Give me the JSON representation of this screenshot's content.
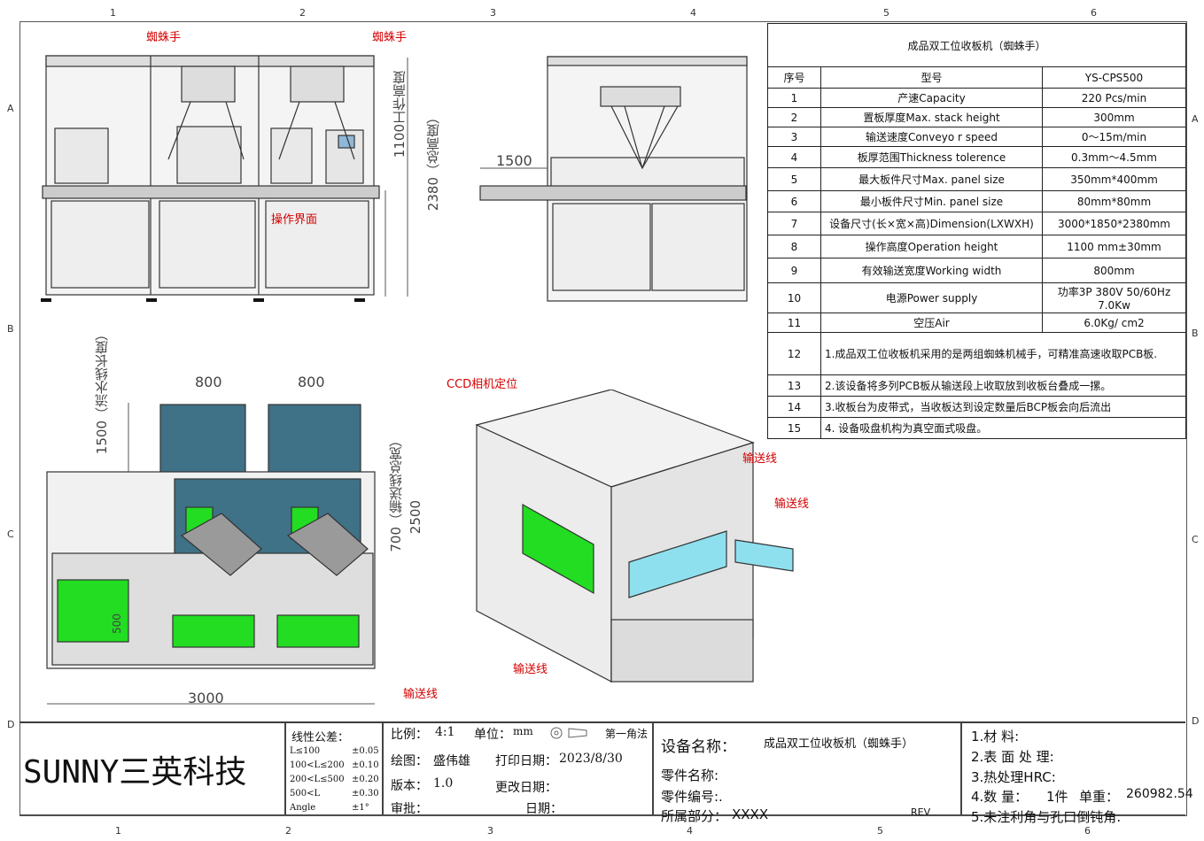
{
  "zones": {
    "top_cols": [
      "1",
      "2",
      "3",
      "4",
      "5",
      "6"
    ],
    "bottom_cols": [
      "1",
      "2",
      "3",
      "4",
      "5",
      "6"
    ],
    "left_rows": [
      "A",
      "B",
      "C",
      "D"
    ],
    "right_rows": [
      "A",
      "B",
      "C",
      "D"
    ]
  },
  "labels": {
    "spider_hand_1": "蜘蛛手",
    "spider_hand_2": "蜘蛛手",
    "operation_ui": "操作界面",
    "ccd": "CCD相机定位",
    "conveyor_1": "输送线",
    "conveyor_2": "输送线",
    "conveyor_3": "输送线",
    "conveyor_4": "输送线"
  },
  "dims": {
    "front_work_height": "1100工作高度",
    "front_total_height": "2380（总高度）",
    "side_conveyor": "1500",
    "top_w1": "800",
    "top_w2": "800",
    "top_line_len": "1500（流水线长度）",
    "top_total_width": "700（输送线总宽）",
    "top_2500": "2500",
    "top_3000": "3000",
    "top_small": "500"
  },
  "spec": {
    "title": "成品双工位收板机（蜘蛛手）",
    "header": [
      "序号",
      "型号",
      "YS-CPS500"
    ],
    "rows": [
      [
        "1",
        "产速Capacity",
        "220 Pcs/min"
      ],
      [
        "2",
        "置板厚度Max. stack height",
        "300mm"
      ],
      [
        "3",
        "输送速度Conveyo r speed",
        "0～15m/min"
      ],
      [
        "4",
        "板厚范围Thickness tolerence",
        "0.3mm～4.5mm"
      ],
      [
        "5",
        "最大板件尺寸Max. panel size",
        "350mm*400mm"
      ],
      [
        "6",
        "最小板件尺寸Min. panel size",
        "80mm*80mm"
      ],
      [
        "7",
        "设备尺寸(长×宽×高)Dimension(LXWXH)",
        "3000*1850*2380mm"
      ],
      [
        "8",
        "操作高度Operation height",
        "1100 mm±30mm"
      ],
      [
        "9",
        "有效输送宽度Working width",
        "800mm"
      ],
      [
        "10",
        "电源Power supply",
        "功率3P 380V 50/60Hz 7.0Kw"
      ],
      [
        "11",
        "空压Air",
        "6.0Kg/ cm2"
      ]
    ],
    "notes": [
      [
        "12",
        "1.成品双工位收板机采用的是两组蜘蛛机械手，可精准高速收取PCB板."
      ],
      [
        "13",
        "2.该设备将多列PCB板从输送段上收取放到收板台叠成一摞。"
      ],
      [
        "14",
        "3.收板台为皮带式，当收板达到设定数量后BCP板会向后流出"
      ],
      [
        "15",
        "4. 设备吸盘机构为真空面式吸盘。"
      ]
    ]
  },
  "titleblock": {
    "logo": "SUNNY三英科技",
    "tol_title": "线性公差：",
    "tol_rows": [
      [
        "L≤100",
        "±0.05"
      ],
      [
        "100<L≤200",
        "±0.10"
      ],
      [
        "200<L≤500",
        "±0.20"
      ],
      [
        "500<L",
        "±0.30"
      ],
      [
        "Angle",
        "±1°"
      ]
    ],
    "scale_label": "比例：",
    "scale": "4:1",
    "unit_label": "单位：",
    "unit": "mm",
    "projection": "第一角法",
    "drawer_label": "绘图：",
    "drawer": "盛伟雄",
    "print_label": "打印日期：",
    "print_date": "2023/8/30",
    "version_label": "版本：",
    "version": "1.0",
    "change_label": "更改日期：",
    "review_label": "审批：",
    "date_label": "日期：",
    "device_label": "设备名称：",
    "device_name": "成品双工位收板机（蜘蛛手）",
    "part_name_label": "零件名称:",
    "part_no_label": "零件编号:.",
    "belong_label": "所属部分：",
    "belong": "XXXX",
    "rev": "REV",
    "material": "1.材          料:",
    "surface": "2.表  面  处  理:",
    "heat": "3.热处理HRC:",
    "qty_label": "4.数  量：",
    "qty": "1件",
    "weight_label": "单重：",
    "weight": "260982.54",
    "edge": "5.未注利角与孔口倒钝角."
  },
  "colors": {
    "red_label": "#d40000",
    "panel_green": "#22dd22",
    "stack_blue": "#3f7187",
    "conveyor_cyan": "#8fe0ef"
  }
}
